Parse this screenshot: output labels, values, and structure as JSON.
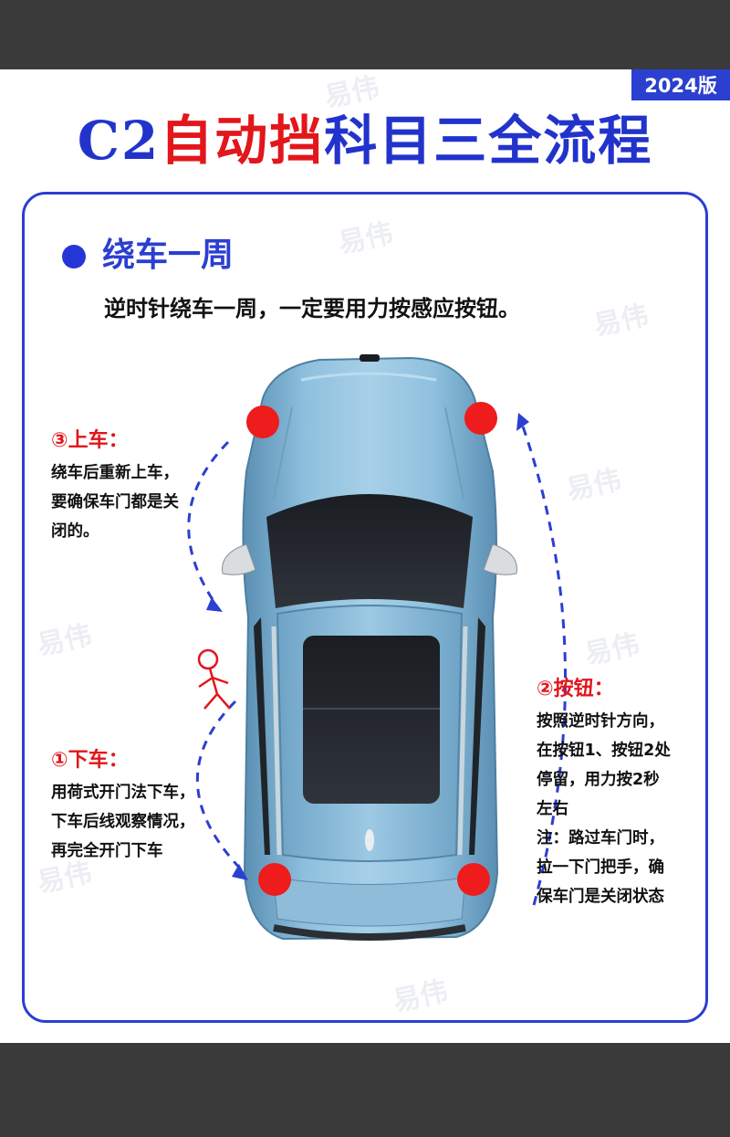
{
  "badge": "2024版",
  "title": {
    "part1": "C2",
    "part2": "自动挡",
    "part3": "科目三全流程"
  },
  "section": {
    "title": "绕车一周",
    "subtitle": "逆时针绕车一周，一定要用力按感应按钮。"
  },
  "watermark": "易伟",
  "steps": {
    "getting_on": {
      "heading": "③上车：",
      "lines": [
        "绕车后重新上车，",
        "要确保车门都是关",
        "闭的。"
      ]
    },
    "getting_off": {
      "heading": "①下车：",
      "lines": [
        "用荷式开门法下车，",
        "下车后线观察情况，",
        "再完全开门下车"
      ]
    },
    "button": {
      "heading": "②按钮：",
      "lines": [
        "按照逆时针方向，",
        "在按钮1、按钮2处",
        "停留，用力按2秒",
        "左右",
        "注：路过车门时，",
        "拉一下门把手，确",
        "保车门是关闭状态"
      ]
    }
  },
  "colors": {
    "accent_blue": "#2b3fd0",
    "accent_red": "#e2161b",
    "car_body": "#7fb2d4",
    "marker_red": "#ee1c1c"
  },
  "icons": [
    "walking-person-icon",
    "red-dot-marker",
    "dashed-arrow"
  ]
}
